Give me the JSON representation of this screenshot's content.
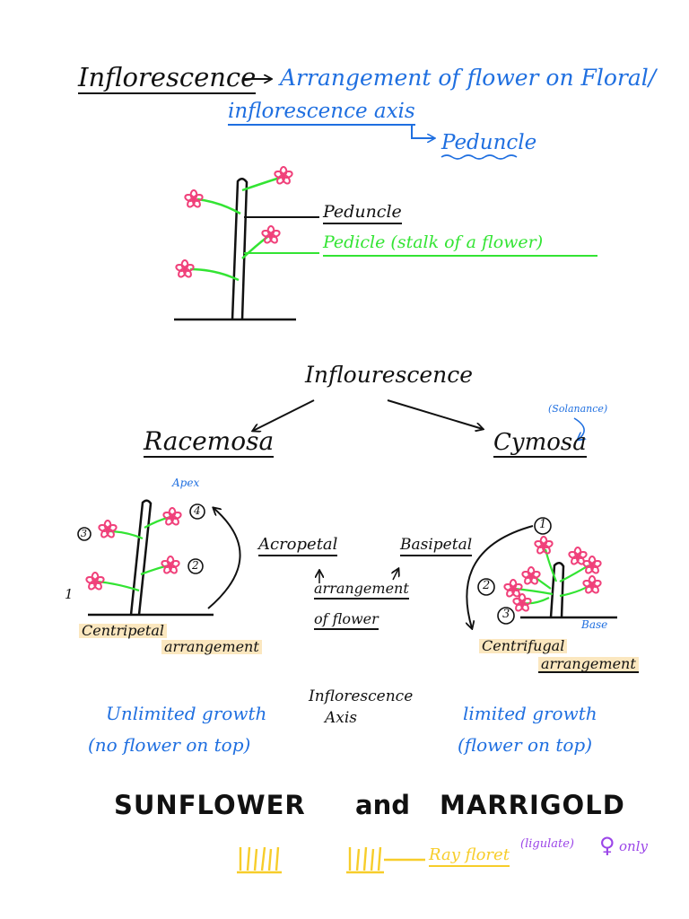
{
  "colors": {
    "ink": "#111111",
    "blue": "#1f6fe0",
    "green": "#33e433",
    "pink": "#f0407a",
    "yellow": "#f7cd2a",
    "purple": "#9b45e8",
    "highlight": "#fbe7bf"
  },
  "header": {
    "term": "Inflorescence",
    "definition_1": "Arrangement of flower on Floral/",
    "definition_2": "inflorescence axis",
    "peduncle_note": "Peduncle"
  },
  "diagram1": {
    "peduncle_label": "Peduncle",
    "pedicle_label": "Pedicle (stalk of a flower)"
  },
  "tree": {
    "root": "Inflourescence",
    "left": "Racemosa",
    "right": "Cymosa",
    "right_note": "(Solanance)"
  },
  "racemose": {
    "apex": "Apex",
    "markers": [
      "1",
      "2",
      "3",
      "4"
    ],
    "arrangement_1": "Centripetal",
    "arrangement_2": "arrangement",
    "growth_1": "Unlimited growth",
    "growth_2": "(no flower on top)"
  },
  "center": {
    "acropetal": "Acropetal",
    "basipetal": "Basipetal",
    "arrangement_1": "arrangement",
    "arrangement_2": "of flower",
    "axis_1": "Inflorescence",
    "axis_2": "Axis"
  },
  "cymose": {
    "base": "Base",
    "markers": [
      "1",
      "2",
      "3"
    ],
    "arrangement_1": "Centrifugal",
    "arrangement_2": "arrangement",
    "growth_1": "limited growth",
    "growth_2": "(flower on top)"
  },
  "footer": {
    "heading_1": "SUNFLOWER",
    "heading_2": "and",
    "heading_3": "MARRIGOLD",
    "ray_floret": "Ray floret",
    "ligulate": "(ligulate)",
    "female_symbol": "♀",
    "only": "only"
  }
}
